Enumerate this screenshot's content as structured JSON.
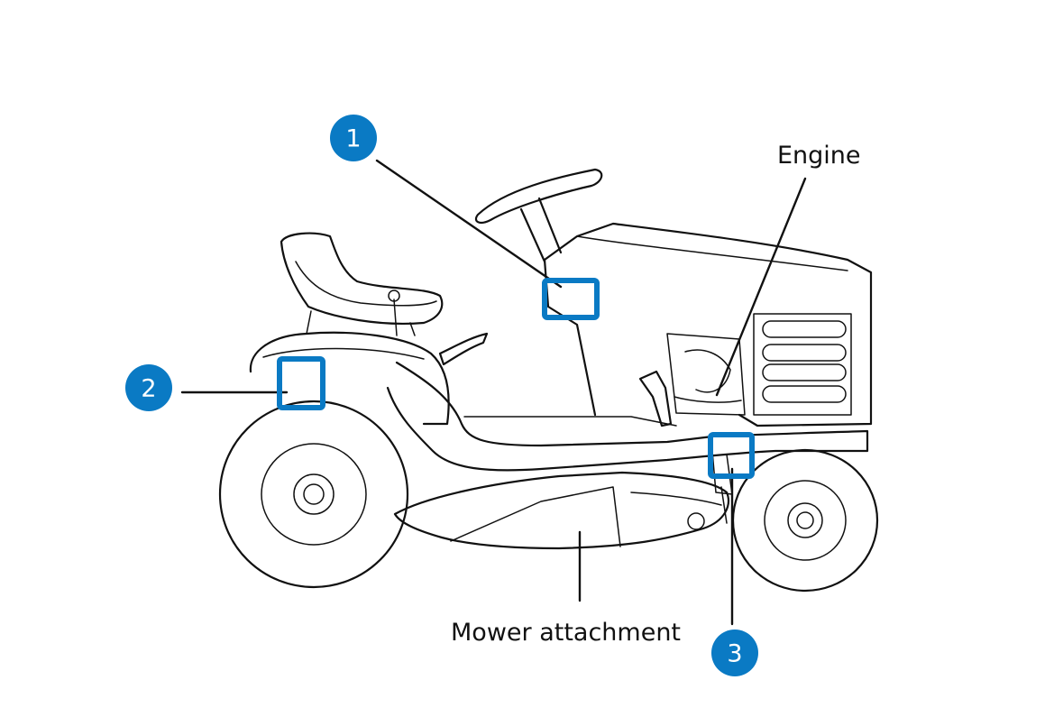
{
  "colors": {
    "accent": "#0a7ac4",
    "ink": "#111111",
    "background": "#ffffff"
  },
  "callouts": [
    {
      "number": "1",
      "target": "dashboard-label-location"
    },
    {
      "number": "2",
      "target": "rear-fender-label-location"
    },
    {
      "number": "3",
      "target": "frame-label-location"
    }
  ],
  "labels": {
    "engine": "Engine",
    "mower": "Mower attachment"
  }
}
